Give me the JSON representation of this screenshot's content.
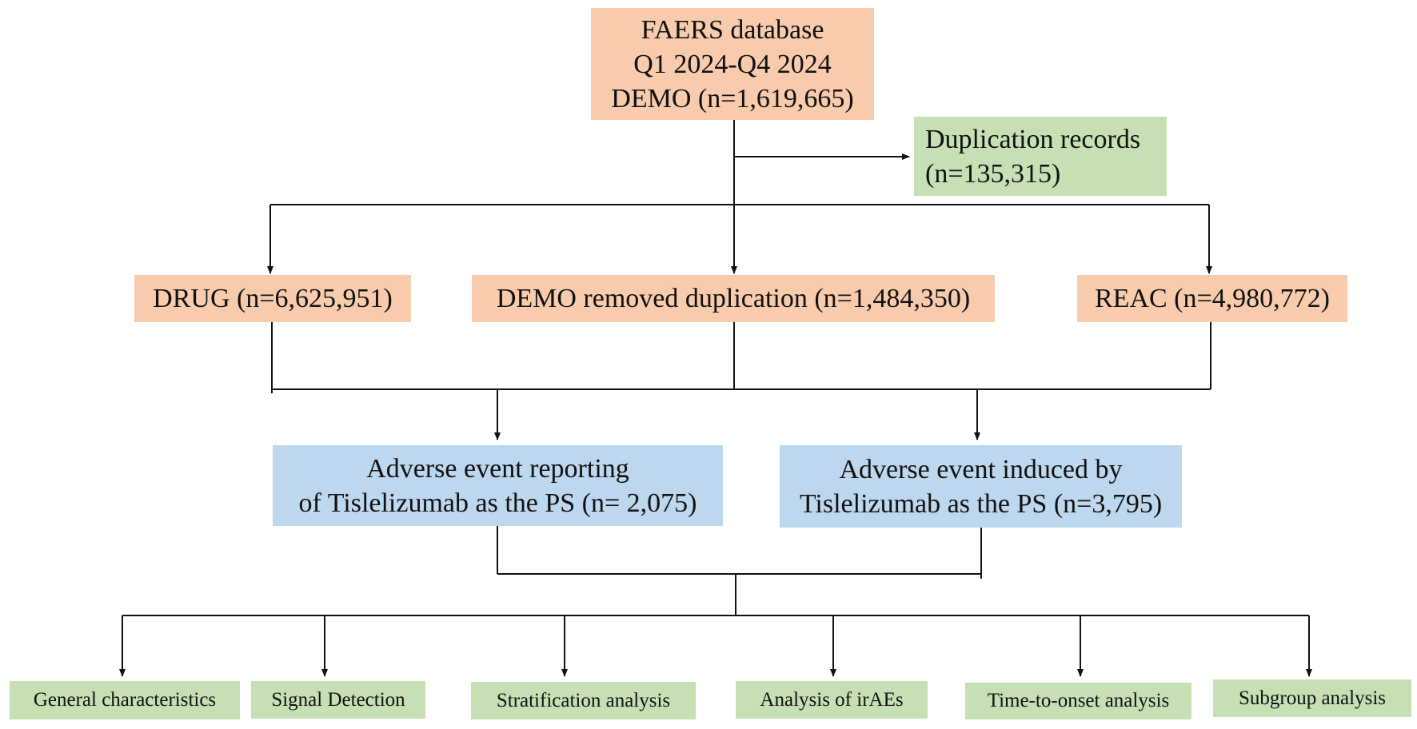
{
  "colors": {
    "source_box": "#f8cbad",
    "excluded_box": "#c6e0b4",
    "result_box": "#bdd7ee",
    "analysis_box": "#c6e0b4",
    "line": "#111111"
  },
  "source": {
    "line1": "FAERS database",
    "line2": "Q1 2024-Q4 2024",
    "line3": "DEMO (n=1,619,665)"
  },
  "duplication": {
    "line1": "Duplication records",
    "line2": "(n=135,315)"
  },
  "tables": {
    "drug": "DRUG (n=6,625,951)",
    "demo": "DEMO removed duplication (n=1,484,350)",
    "reac": "REAC (n=4,980,772)"
  },
  "results": {
    "reporting": {
      "line1": "Adverse event reporting",
      "line2": "of Tislelizumab as the PS (n= 2,075)"
    },
    "induced": {
      "line1": "Adverse event induced by",
      "line2": "Tislelizumab as the PS (n=3,795)"
    }
  },
  "analyses": [
    "General characteristics",
    "Signal Detection",
    "Stratification analysis",
    "Analysis of irAEs",
    "Time-to-onset analysis",
    "Subgroup analysis"
  ]
}
